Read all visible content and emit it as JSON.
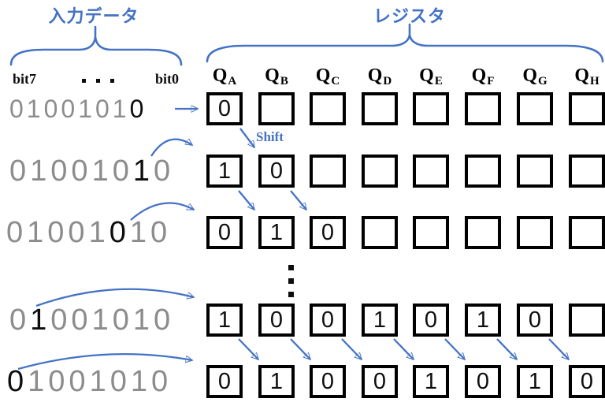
{
  "title_labels": {
    "input_data": "入力データ",
    "register": "レジスタ"
  },
  "bit_labels": {
    "msb": "bit7",
    "lsb": "bit0",
    "dots": "・・・"
  },
  "shift_label": "Shift",
  "vertical_ellipsis": "⋮",
  "register": {
    "headers": [
      {
        "main": "Q",
        "sub": "A"
      },
      {
        "main": "Q",
        "sub": "B"
      },
      {
        "main": "Q",
        "sub": "C"
      },
      {
        "main": "Q",
        "sub": "D"
      },
      {
        "main": "Q",
        "sub": "E"
      },
      {
        "main": "Q",
        "sub": "F"
      },
      {
        "main": "Q",
        "sub": "G"
      },
      {
        "main": "Q",
        "sub": "H"
      }
    ],
    "rows": [
      [
        "0",
        "",
        "",
        "",
        "",
        "",
        "",
        ""
      ],
      [
        "1",
        "0",
        "",
        "",
        "",
        "",
        "",
        ""
      ],
      [
        "0",
        "1",
        "0",
        "",
        "",
        "",
        "",
        ""
      ],
      [
        "1",
        "0",
        "0",
        "1",
        "0",
        "1",
        "0",
        ""
      ],
      [
        "0",
        "1",
        "0",
        "0",
        "1",
        "0",
        "1",
        "0"
      ]
    ]
  },
  "input": {
    "rows": [
      {
        "bits": [
          "0",
          "1",
          "0",
          "0",
          "1",
          "0",
          "1",
          "0"
        ],
        "highlight": 7
      },
      {
        "bits": [
          "0",
          "1",
          "0",
          "0",
          "1",
          "0",
          "1",
          "0"
        ],
        "highlight": 6
      },
      {
        "bits": [
          "0",
          "1",
          "0",
          "0",
          "1",
          "0",
          "1",
          "0"
        ],
        "highlight": 5
      },
      {
        "bits": [
          "0",
          "1",
          "0",
          "0",
          "1",
          "0",
          "1",
          "0"
        ],
        "highlight": 1
      },
      {
        "bits": [
          "0",
          "1",
          "0",
          "0",
          "1",
          "0",
          "1",
          "0"
        ],
        "highlight": 0
      }
    ]
  },
  "colors": {
    "accent_blue": "#4472C4",
    "dim_gray": "#8C8C8C",
    "box_border": "#000000"
  }
}
